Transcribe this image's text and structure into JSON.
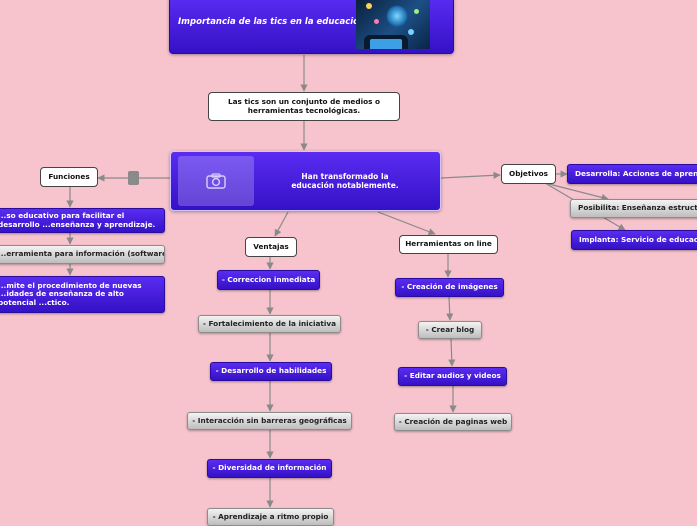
{
  "map": {
    "title": "Importancia de las tics en la educación.",
    "intro": "Las tics son un conjunto de medios o herramientas tecnológicas.",
    "central": "Han transformado la educación notablemente.",
    "icons": {
      "title_image": "technology-hand-image",
      "central_image": "camera-icon"
    },
    "colors": {
      "background": "#f7c3cd",
      "purple_node": "#4a1ee0",
      "gray_node": "#d9d9d9",
      "white_node": "#ffffff"
    },
    "funciones": {
      "label": "Funciones",
      "items": [
        "...so educativo para facilitar el desarrollo ...enseñanza y aprendizaje.",
        "...erramienta para información (software)",
        "...mite el procedimiento de nuevas ...idades de enseñanza de alto potencial ...ctico."
      ]
    },
    "objetivos": {
      "label": "Objetivos",
      "items": [
        "Desarrolla: Acciones de aprend...",
        "Posibilita: Enseñanza estructu...",
        "Implanta: Servicio de educacio..."
      ]
    },
    "ventajas": {
      "label": "Ventajas",
      "items": [
        "- Correccion inmediata",
        "- Fortalecimiento de la iniciativa",
        "- Desarrollo de habilidades",
        "- Interacción sin barreras geográficas",
        "- Diversidad de información",
        "- Aprendizaje a ritmo propio"
      ]
    },
    "herramientas": {
      "label": "Herramientas on line",
      "items": [
        "- Creación de imágenes",
        "- Crear blog",
        "- Editar audios y videos",
        "- Creación de paginas web"
      ]
    }
  }
}
